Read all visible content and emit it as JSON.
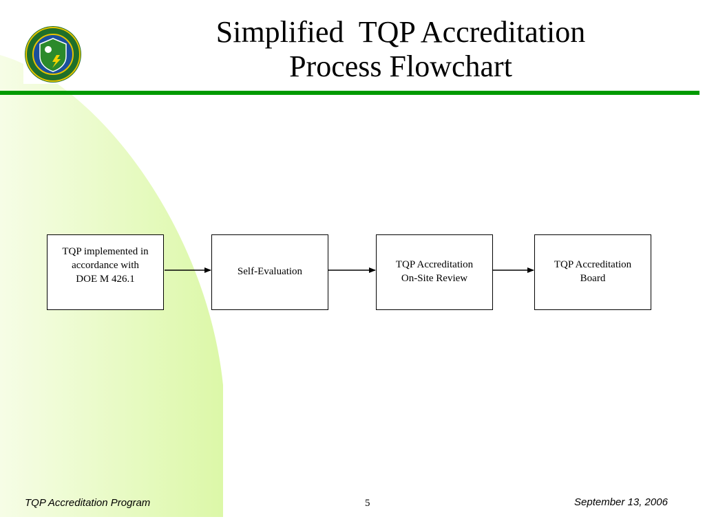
{
  "slide": {
    "title_line1": "Simplified  TQP Accreditation",
    "title_line2": "Process Flowchart",
    "colors": {
      "rule": "#009a00",
      "background_arc": "#e4fbb8"
    }
  },
  "logo": {
    "icon": "doe-seal-icon"
  },
  "flowchart": {
    "steps": [
      {
        "label": "TQP implemented in\naccordance with\nDOE M 426.1"
      },
      {
        "label": "Self-Evaluation"
      },
      {
        "label": "TQP Accreditation\nOn-Site Review"
      },
      {
        "label": "TQP Accreditation\nBoard"
      }
    ]
  },
  "footer": {
    "left": "TQP Accreditation Program",
    "page": "5",
    "date": "September 13, 2006"
  }
}
